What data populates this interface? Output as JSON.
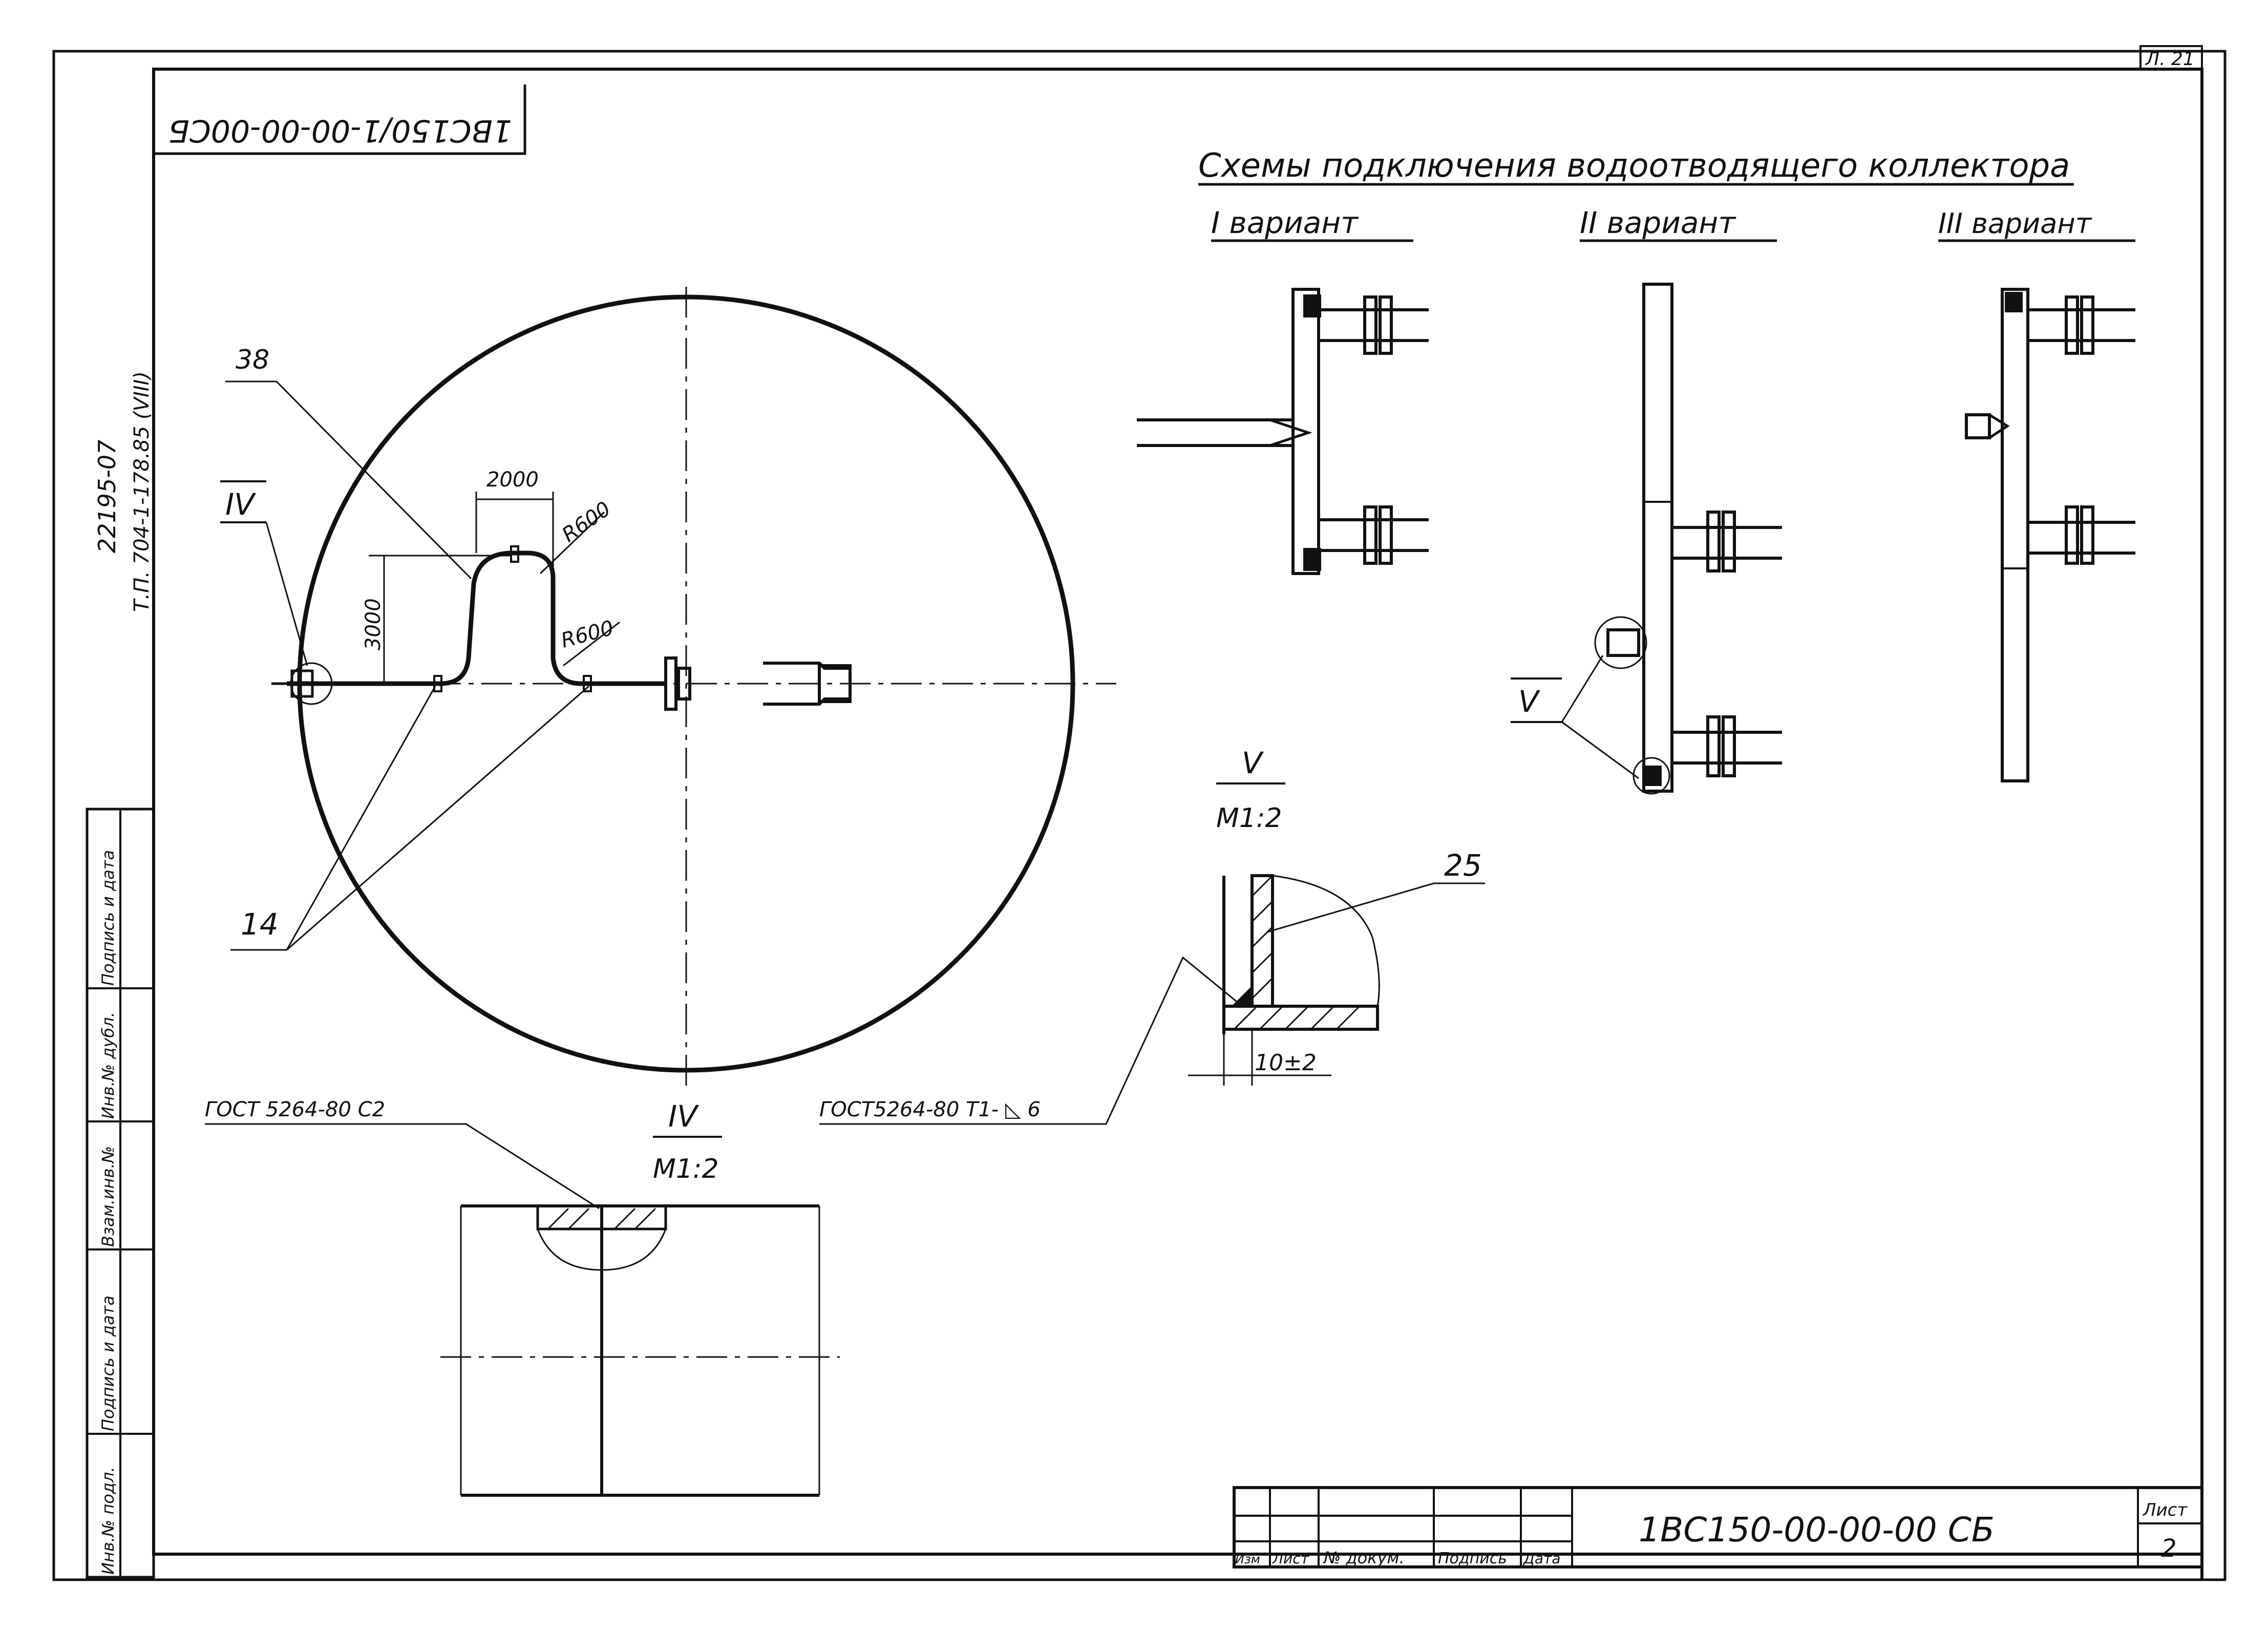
{
  "sheet": {
    "number_label": "Л. 21"
  },
  "stamp": {
    "rotated_code": "1ВС150/1-00-00-00СБ"
  },
  "side_codes": {
    "line1": "22195-07",
    "line2": "Т.П. 704-1-178.85 (VIII)"
  },
  "left_strip": {
    "cells": [
      "Подпись и дата",
      "Инв.№ дубл.",
      "Взам.инв.№",
      "Подпись и дата",
      "Инв.№ подл."
    ]
  },
  "title": {
    "main": "Схемы подключения водоотводящего коллектора"
  },
  "variants": {
    "v1": "I вариант",
    "v2": "II вариант",
    "v3": "III вариант"
  },
  "plan": {
    "label_38": "38",
    "label_14": "14",
    "callout_IV": "IV",
    "dim_2000": "2000",
    "dim_3000": "3000",
    "r600_top": "R600",
    "r600_bottom": "R600"
  },
  "detail_V": {
    "callout": "V",
    "title": "V",
    "scale": "M1:2",
    "label_25": "25",
    "dim": "10±2",
    "weld_note": "ГОСТ5264-80 Т1- ◺ 6"
  },
  "detail_IV": {
    "title": "IV",
    "scale": "M1:2",
    "weld_note": "ГОСТ 5264-80 С2"
  },
  "titleblock": {
    "code": "1ВС150-00-00-00 СБ",
    "sheet_label": "Лист",
    "sheet_number": "2",
    "cols": [
      "Изм",
      "Лист",
      "№ докум.",
      "Подпись",
      "Дата"
    ]
  }
}
